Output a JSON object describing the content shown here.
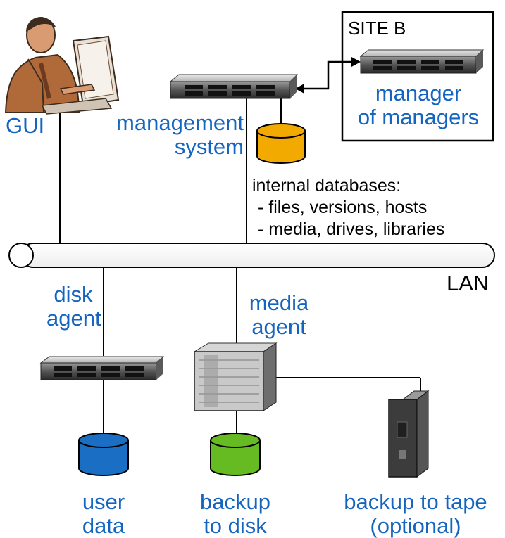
{
  "site_b": {
    "title": "SITE B",
    "label_line1": "manager",
    "label_line2": "of managers"
  },
  "gui": {
    "label": "GUI"
  },
  "management": {
    "line1": "management",
    "line2": "system"
  },
  "databases": {
    "title": "internal databases:",
    "items": [
      "- files, versions, hosts",
      "- media, drives, libraries"
    ]
  },
  "lan": {
    "label": "LAN"
  },
  "disk_agent": {
    "line1": "disk",
    "line2": "agent"
  },
  "media_agent": {
    "line1": "media",
    "line2": "agent"
  },
  "storage": {
    "user_data": {
      "line1": "user",
      "line2": "data"
    },
    "backup_disk": {
      "line1": "backup",
      "line2": "to disk"
    },
    "backup_tape": {
      "line1": "backup to tape",
      "line2": "(optional)"
    }
  },
  "colors": {
    "label_blue": "#1565c0",
    "db_internal": "#f2a900",
    "db_user": "#1a6fc4",
    "db_backup": "#66bb22"
  }
}
